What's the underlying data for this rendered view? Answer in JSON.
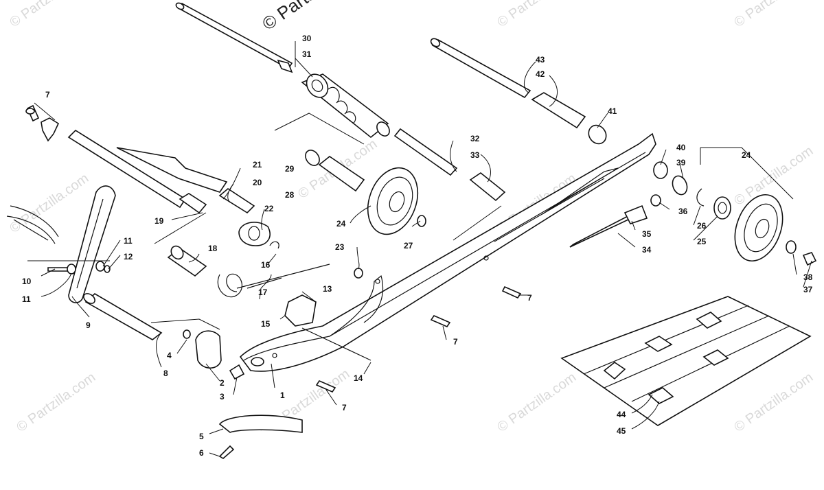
{
  "watermark": {
    "text": "© Partzilla.com",
    "top_text": "© Parts"
  },
  "callouts": [
    "1",
    "2",
    "3",
    "4",
    "5",
    "6",
    "7",
    "8",
    "9",
    "10",
    "11",
    "12",
    "13",
    "14",
    "15",
    "16",
    "17",
    "18",
    "19",
    "20",
    "21",
    "22",
    "23",
    "24",
    "25",
    "26",
    "27",
    "28",
    "29",
    "30",
    "31",
    "32",
    "33",
    "34",
    "35",
    "36",
    "37",
    "38",
    "39",
    "40",
    "41",
    "42",
    "43",
    "44",
    "45"
  ]
}
